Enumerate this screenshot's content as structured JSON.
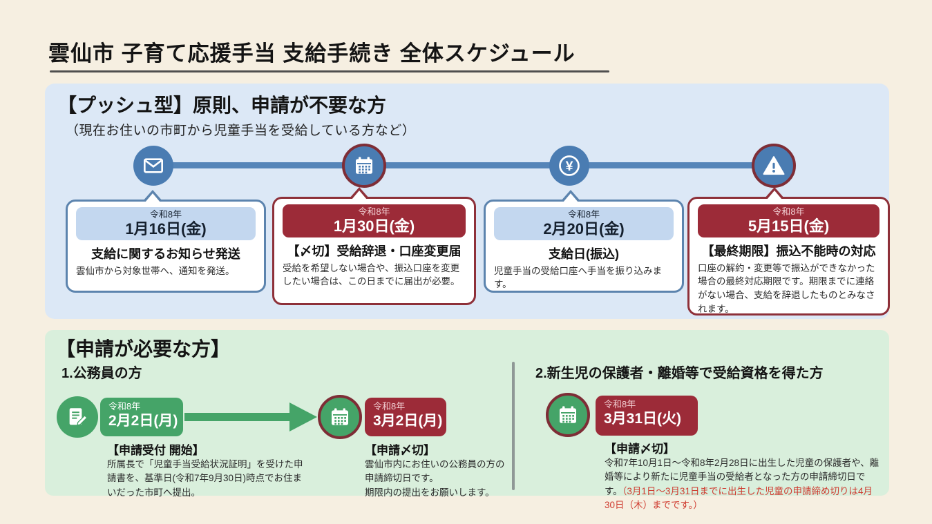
{
  "page": {
    "title": "雲仙市 子育て応援手当 支給手続き 全体スケジュール"
  },
  "colors": {
    "background": "#f6efe1",
    "push_section_bg": "#dce8f6",
    "apply_section_bg": "#d9efdc",
    "blue_accent": "#4a7cb2",
    "light_blue_pill": "#c3d7ef",
    "dark_red": "#9c2b38",
    "green_accent": "#45a468",
    "red_note_text": "#cf3b2f"
  },
  "push_section": {
    "title": "【プッシュ型】原則、申請が不要な方",
    "subtitle": "（現在お住いの市町から児童手当を受給している方など）",
    "steps": [
      {
        "icon": "mail-icon",
        "era": "令和8年",
        "date": "1月16日(金)",
        "heading": "支給に関するお知らせ発送",
        "body": "雲仙市から対象世帯へ、通知を発送。",
        "style": "blue"
      },
      {
        "icon": "calendar-icon",
        "era": "令和8年",
        "date": "1月30日(金)",
        "heading": "【〆切】受給辞退・口座変更届",
        "body": "受給を希望しない場合や、振込口座を変更したい場合は、この日までに届出が必要。",
        "style": "red"
      },
      {
        "icon": "yen-icon",
        "era": "令和8年",
        "date": "2月20日(金)",
        "heading": "支給日(振込)",
        "body": "児童手当の受給口座へ手当を振り込みます。",
        "style": "blue"
      },
      {
        "icon": "warning-icon",
        "era": "令和8年",
        "date": "5月15日(金)",
        "heading": "【最終期限】振込不能時の対応",
        "body": "口座の解約・変更等で振込ができなかった場合の最終対応期限です。期限までに連絡がない場合、支給を辞退したものとみなされます。",
        "style": "red"
      }
    ]
  },
  "apply_section": {
    "title": "【申請が必要な方】",
    "left": {
      "subtitle": "1.公務員の方",
      "start": {
        "icon": "document-pencil-icon",
        "era": "令和8年",
        "date": "2月2日(月)",
        "heading": "【申請受付 開始】",
        "body": "所属長で「児童手当受給状況証明」を受けた申請書を、基準日(令和7年9月30日)時点でお住まいだった市町へ提出。"
      },
      "deadline": {
        "icon": "calendar-icon",
        "era": "令和8年",
        "date": "3月2日(月)",
        "heading": "【申請〆切】",
        "body": "雲仙市内にお住いの公務員の方の申請締切日です。\n期限内の提出をお願いします。"
      }
    },
    "right": {
      "subtitle": "2.新生児の保護者・離婚等で受給資格を得た方",
      "deadline": {
        "icon": "calendar-icon",
        "era": "令和8年",
        "date": "3月31日(火)",
        "heading": "【申請〆切】",
        "body_black": "令和7年10月1日～令和8年2月28日に出生した児童の保護者や、離婚等により新たに児童手当の受給者となった方の申請締切",
        "body_black2": "日です。",
        "body_red": "（3月1日～3月31日までに出生した児童の申請締め切りは4月30日（木）までです。）"
      }
    }
  }
}
